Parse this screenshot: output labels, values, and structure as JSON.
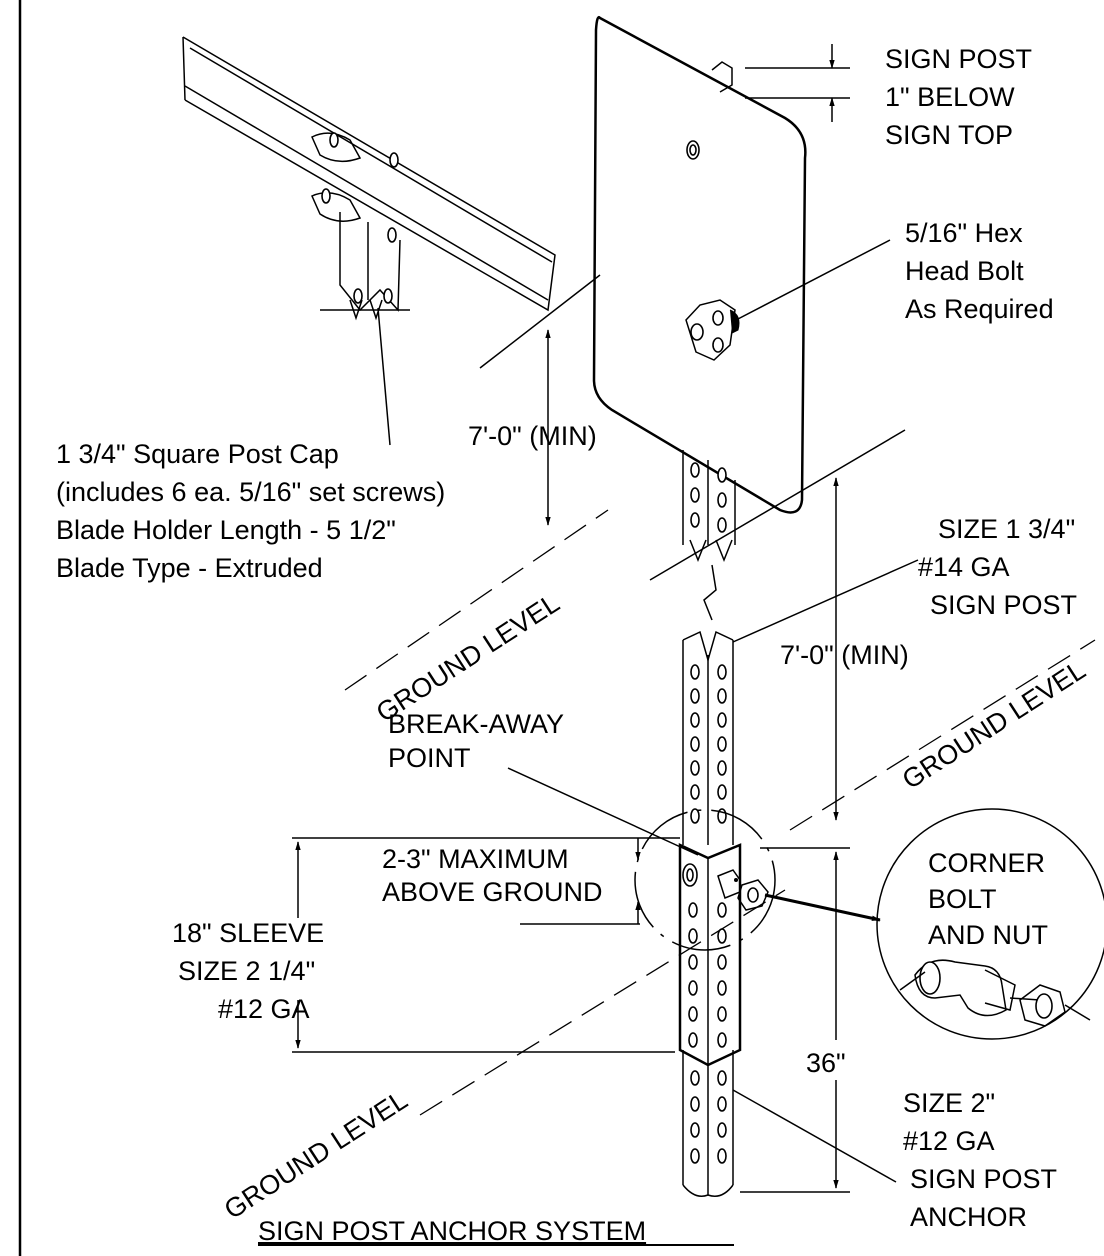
{
  "drawing": {
    "title": "SIGN POST ANCHOR SYSTEM",
    "labels": {
      "sign_post_top_1": "SIGN POST",
      "sign_post_top_2": "1\" BELOW",
      "sign_post_top_3": "SIGN TOP",
      "bolt_1": "5/16\" Hex",
      "bolt_2": "Head Bolt",
      "bolt_3": "As Required",
      "cap_1": "1 3/4\" Square Post Cap",
      "cap_2": "(includes 6 ea. 5/16\" set screws)",
      "cap_3": "Blade Holder Length - 5 1/2\"",
      "cap_4": "Blade Type - Extruded",
      "clearance_left": "7'-0\" (MIN)",
      "clearance_right": "7'-0\" (MIN)",
      "ground_left_upper": "GROUND LEVEL",
      "ground_right": "GROUND LEVEL",
      "ground_left_lower": "GROUND LEVEL",
      "post_1": "SIZE 1 3/4\"",
      "post_2": "#14 GA",
      "post_3": "SIGN POST",
      "breakaway_1": "BREAK-AWAY",
      "breakaway_2": "POINT",
      "max_1": "2-3\" MAXIMUM",
      "max_2": "ABOVE GROUND",
      "corner_1": "CORNER",
      "corner_2": "BOLT",
      "corner_3": "AND NUT",
      "sleeve_1": "18\" SLEEVE",
      "sleeve_2": "SIZE 2 1/4\"",
      "sleeve_3": "#12 GA",
      "depth": "36\"",
      "anchor_1": "SIZE 2\"",
      "anchor_2": "#12 GA",
      "anchor_3": "SIGN POST",
      "anchor_4": "ANCHOR"
    }
  }
}
